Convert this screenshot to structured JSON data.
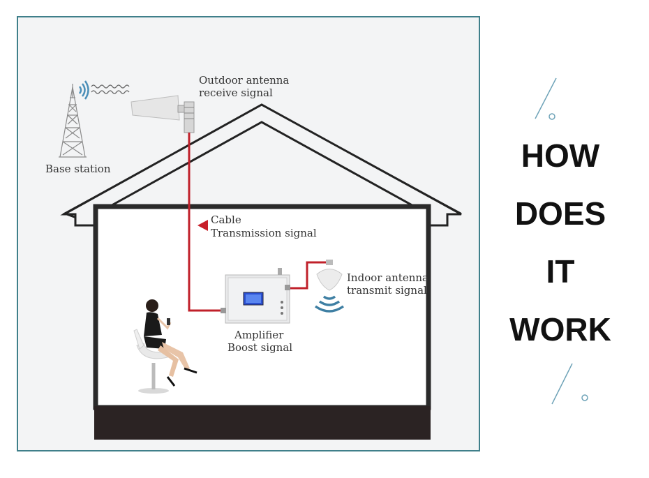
{
  "labels": {
    "base_station": "Base station",
    "outdoor_antenna": [
      "Outdoor antenna",
      "receive signal"
    ],
    "cable": [
      "Cable",
      "Transmission signal"
    ],
    "amplifier": [
      "Amplifier",
      "Boost signal"
    ],
    "indoor_antenna": [
      "Indoor antenna",
      "transmit signal"
    ]
  },
  "headline": [
    "HOW",
    "DOES",
    "IT",
    "WORK"
  ],
  "colors": {
    "border": "#3f7f8a",
    "cable": "#c0202a",
    "accent": "#5a8fa6",
    "house_outline": "#1f1f1f"
  }
}
